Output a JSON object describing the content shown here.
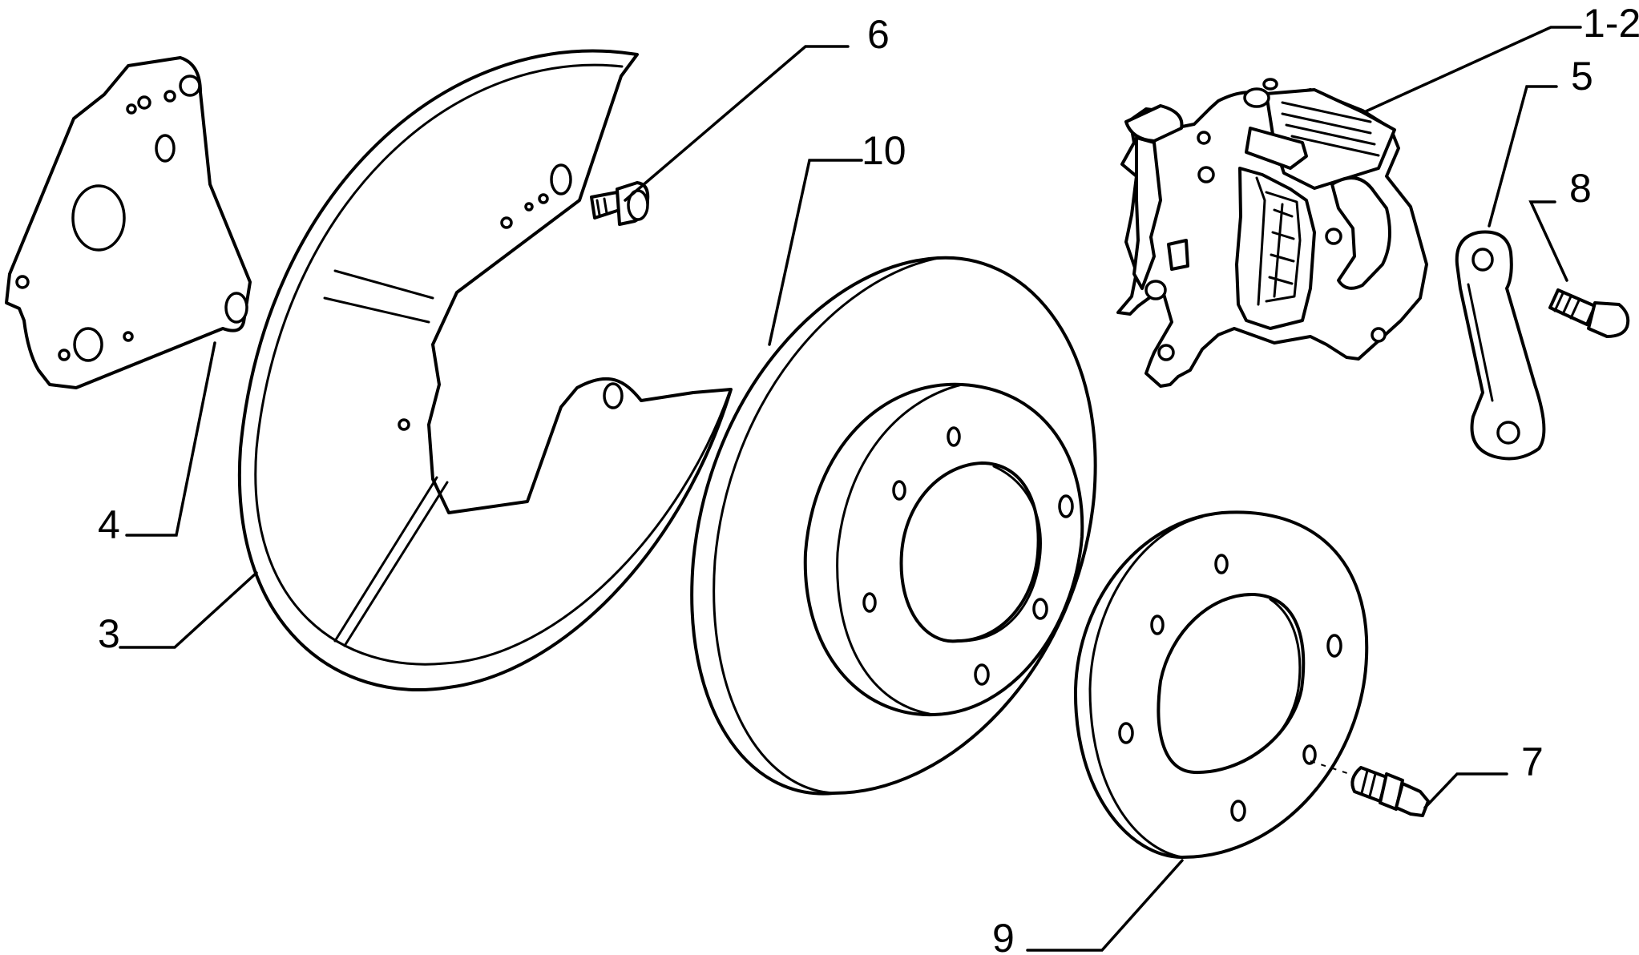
{
  "callouts": {
    "c1_2": "1-2",
    "c3": "3",
    "c4": "4",
    "c5": "5",
    "c6": "6",
    "c7": "7",
    "c8": "8",
    "c9": "9",
    "c10": "10"
  },
  "colors": {
    "line": "#000000",
    "background": "#ffffff"
  }
}
